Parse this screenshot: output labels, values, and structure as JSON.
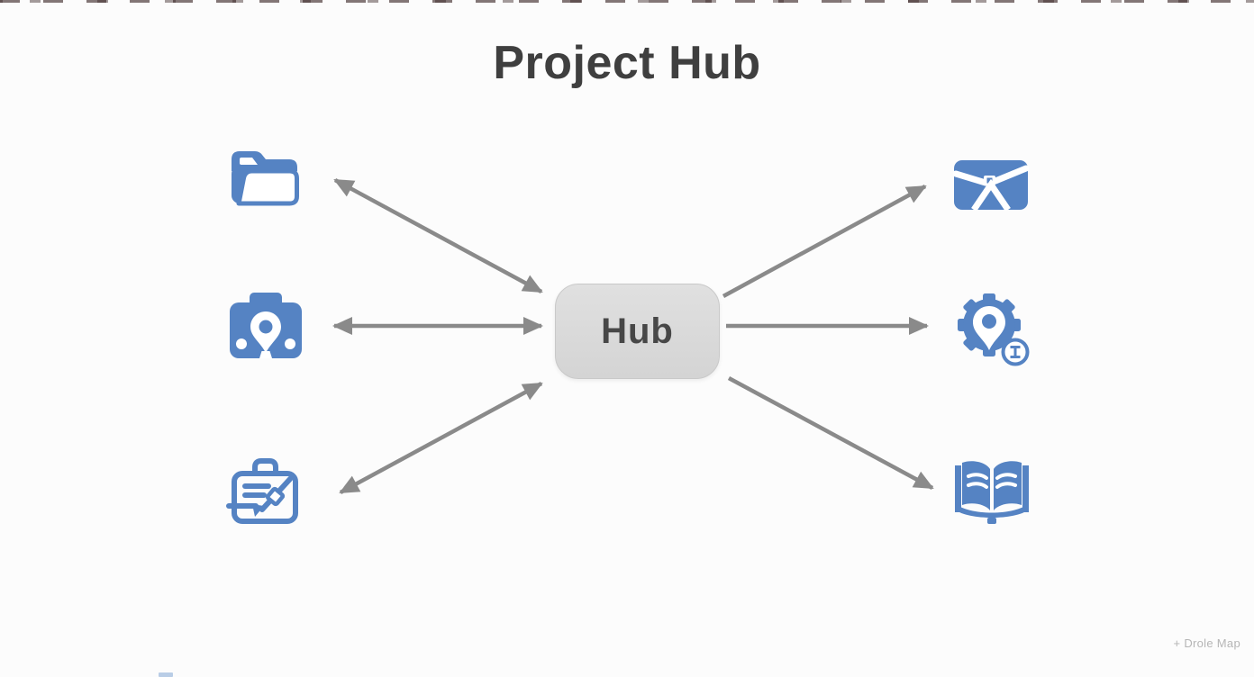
{
  "title": "Project Hub",
  "hub": {
    "label": "Hub"
  },
  "watermark": {
    "text": "+ Drole Map"
  },
  "colors": {
    "background": "#fcfcfc",
    "title_text": "#3f3f3f",
    "icon_blue": "#5583c3",
    "arrow_gray": "#8a8a8a",
    "hub_fill_top": "#e0e0e0",
    "hub_fill_bottom": "#d4d4d4",
    "hub_border": "#c9c9c9",
    "hub_text": "#474747",
    "watermark_text": "#b5b5b5"
  },
  "nodes": {
    "left": [
      {
        "id": "folder",
        "icon": "folder-open-icon"
      },
      {
        "id": "camera-location",
        "icon": "camera-location-icon"
      },
      {
        "id": "briefcase-edit",
        "icon": "briefcase-edit-icon"
      }
    ],
    "right": [
      {
        "id": "envelope",
        "icon": "envelope-icon"
      },
      {
        "id": "gear-location",
        "icon": "gear-location-icon"
      },
      {
        "id": "book",
        "icon": "open-book-icon"
      }
    ]
  },
  "edges": [
    {
      "from": "folder",
      "to": "hub",
      "direction": "both"
    },
    {
      "from": "camera-location",
      "to": "hub",
      "direction": "both"
    },
    {
      "from": "briefcase-edit",
      "to": "hub",
      "direction": "both"
    },
    {
      "from": "hub",
      "to": "envelope",
      "direction": "one-way"
    },
    {
      "from": "hub",
      "to": "gear-location",
      "direction": "one-way"
    },
    {
      "from": "hub",
      "to": "book",
      "direction": "one-way"
    }
  ]
}
